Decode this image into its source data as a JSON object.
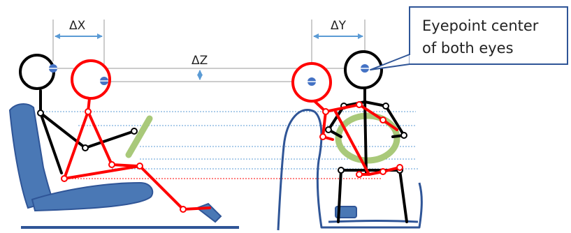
{
  "labels": {
    "delta_x": "ΔX",
    "delta_y": "ΔY",
    "delta_z": "ΔZ"
  },
  "callout": {
    "line1": "Eyepoint center",
    "line2": "of both eyes"
  },
  "colors": {
    "occupant_reference": "#000000",
    "occupant_displaced": "#ff0000",
    "seat": "#4a78b5",
    "seat_outline": "#2f5597",
    "steering_wheel": "#a9c97a",
    "eye_marker": "#4472c4",
    "dimension_arrow": "#5b9bd5",
    "callout_border": "#2f5597",
    "guide_blue": "#5b9bd5",
    "guide_red": "#ff0000"
  }
}
